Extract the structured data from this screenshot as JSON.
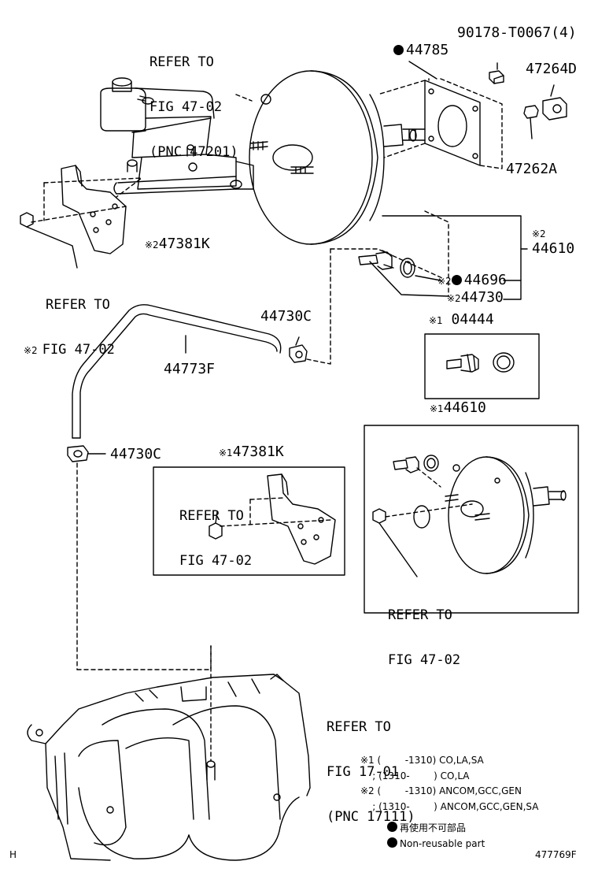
{
  "labels": {
    "ref_47201": [
      "REFER TO",
      "FIG 47-02",
      "(PNC 47201)"
    ],
    "p_90178": "90178-T0067(4)",
    "p_44785": "44785",
    "p_47264D": "47264D",
    "p_47262A": "47262A",
    "p_47381K_main": "47381K",
    "mark_47381K_main": "※2",
    "ref_47_02_left": [
      "REFER TO",
      "FIG 47-02"
    ],
    "mark_ref_left": "※2",
    "mark_44610_top": "※2",
    "p_44610_top": "44610",
    "mark_44696": "※2",
    "p_44696": "44696",
    "mark_44730": "※2",
    "p_44730": "44730",
    "p_44730C_top": "44730C",
    "mark_04444": "※1",
    "p_04444": "04444",
    "p_44773F": "44773F",
    "mark_44610_box": "※1",
    "p_44610_box": "44610",
    "p_44730C_bottom": "44730C",
    "mark_47381K_box": "※1",
    "p_47381K_box": "47381K",
    "ref_box_bracket": [
      "REFER TO",
      "FIG 47-02"
    ],
    "ref_box_booster": [
      "REFER TO",
      "FIG 47-02"
    ],
    "ref_17111": [
      "REFER TO",
      "FIG 17-01",
      "(PNC 17111)"
    ]
  },
  "notes": {
    "n1a": "※1 (        -1310) CO,LA,SA",
    "n1b": "    ; (1310-        ) CO,LA",
    "n2a": "※2 (        -1310) ANCOM,GCC,GEN",
    "n2b": "    ; (1310-        ) ANCOM,GCC,GEN,SA",
    "nonreuse_jp": "再使用不可部品",
    "nonreuse_en": "Non-reusable part"
  },
  "footer": {
    "left": "H",
    "right": "477769F"
  }
}
